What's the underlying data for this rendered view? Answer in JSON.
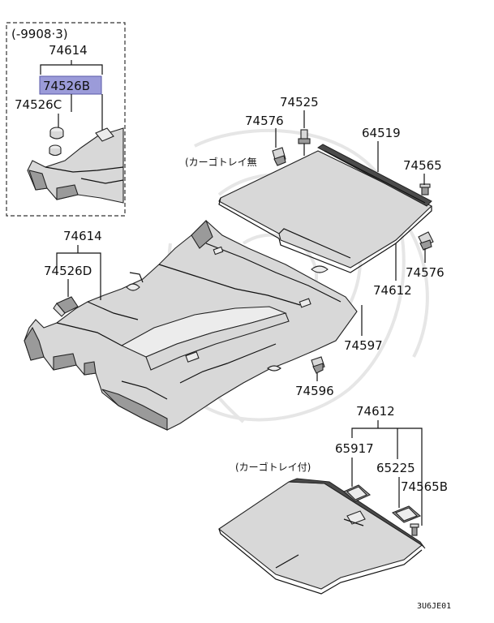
{
  "diagram": {
    "inset_note": "(-9908·3)",
    "no_tray_note": "(カーゴトレイ無",
    "with_tray_note": "(カーゴトレイ付)",
    "figure_code": "3U6JE01",
    "highlight_color": "#9b9bd9",
    "parts": {
      "inset_74614": "74614",
      "inset_74526B": "74526B",
      "inset_74526C": "74526C",
      "p74525": "74525",
      "p74576_top": "74576",
      "p64519": "64519",
      "p74565": "74565",
      "p74576_right": "74576",
      "p74612_mid": "74612",
      "p74614_main": "74614",
      "p74526D": "74526D",
      "p74597": "74597",
      "p74596": "74596",
      "p74612_bottom": "74612",
      "p65917": "65917",
      "p65225": "65225",
      "p74565B": "74565B"
    }
  }
}
